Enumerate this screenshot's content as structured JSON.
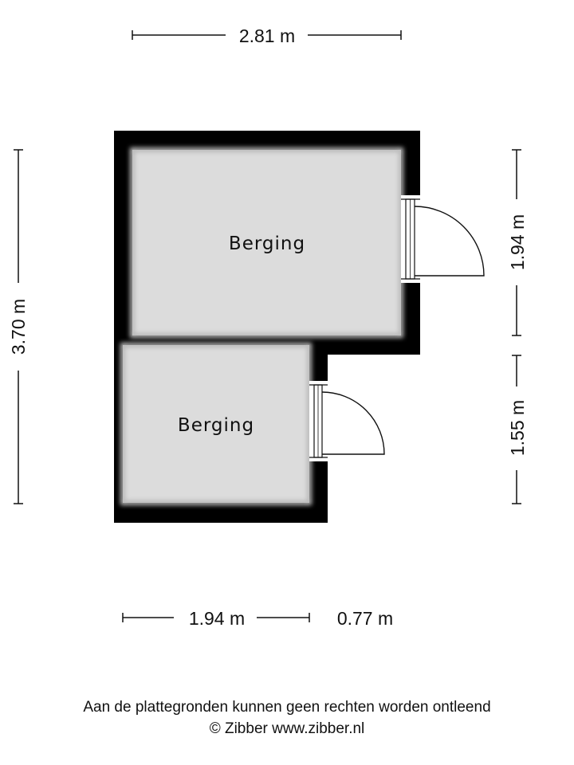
{
  "dimensions": {
    "top_width": "2.81 m",
    "left_height": "3.70 m",
    "right_upper_height": "1.94 m",
    "right_lower_height": "1.55 m",
    "bottom_left_width": "1.94 m",
    "bottom_right_width": "0.77 m"
  },
  "rooms": [
    {
      "label": "Berging"
    },
    {
      "label": "Berging"
    }
  ],
  "footer": {
    "disclaimer": "Aan de plattegronden kunnen geen rechten worden ontleend",
    "copyright": "© Zibber www.zibber.nl"
  },
  "colors": {
    "wall": "#000000",
    "floor": "#dcdcdc",
    "dimension_line": "#111111"
  }
}
